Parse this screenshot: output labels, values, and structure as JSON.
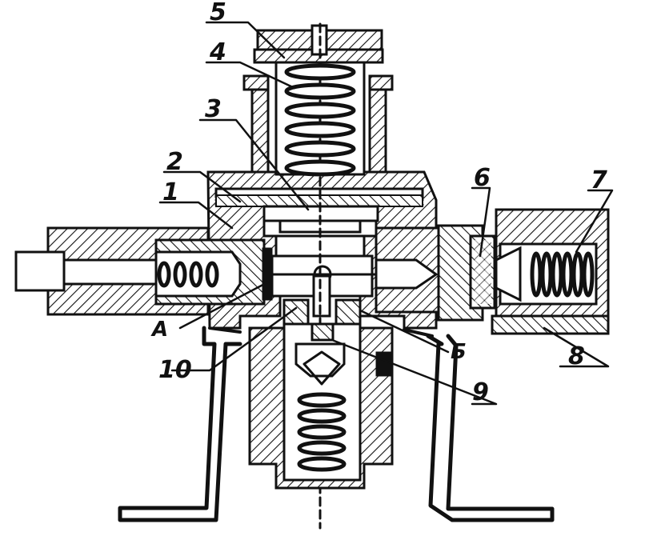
{
  "figure": {
    "type": "cross-section-drawing",
    "subject": "pressure-regulator-valve",
    "ink_color": "#111111",
    "paper_color": "#ffffff"
  },
  "callouts": [
    {
      "id": "c1",
      "label": "1"
    },
    {
      "id": "c2",
      "label": "2"
    },
    {
      "id": "c3",
      "label": "3"
    },
    {
      "id": "c4",
      "label": "4"
    },
    {
      "id": "c5",
      "label": "5"
    },
    {
      "id": "c6",
      "label": "6"
    },
    {
      "id": "c7",
      "label": "7"
    },
    {
      "id": "c8",
      "label": "8"
    },
    {
      "id": "c9",
      "label": "9"
    },
    {
      "id": "c10",
      "label": "10"
    },
    {
      "id": "cA",
      "label": "А"
    },
    {
      "id": "cB",
      "label": "Б"
    }
  ]
}
